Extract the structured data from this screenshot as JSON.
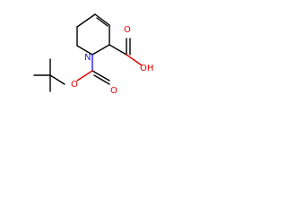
{
  "molecule": {
    "atom_labels": {
      "nitrogen": "N",
      "carbonyl_oxygen_boc": "O",
      "ester_oxygen_boc": "O",
      "carbonyl_oxygen_acid": "O",
      "hydroxyl_acid": "OH"
    },
    "colors": {
      "bond": "#000000",
      "oxygen": "#e00000",
      "nitrogen": "#2020e0",
      "background": "#ffffff"
    }
  }
}
